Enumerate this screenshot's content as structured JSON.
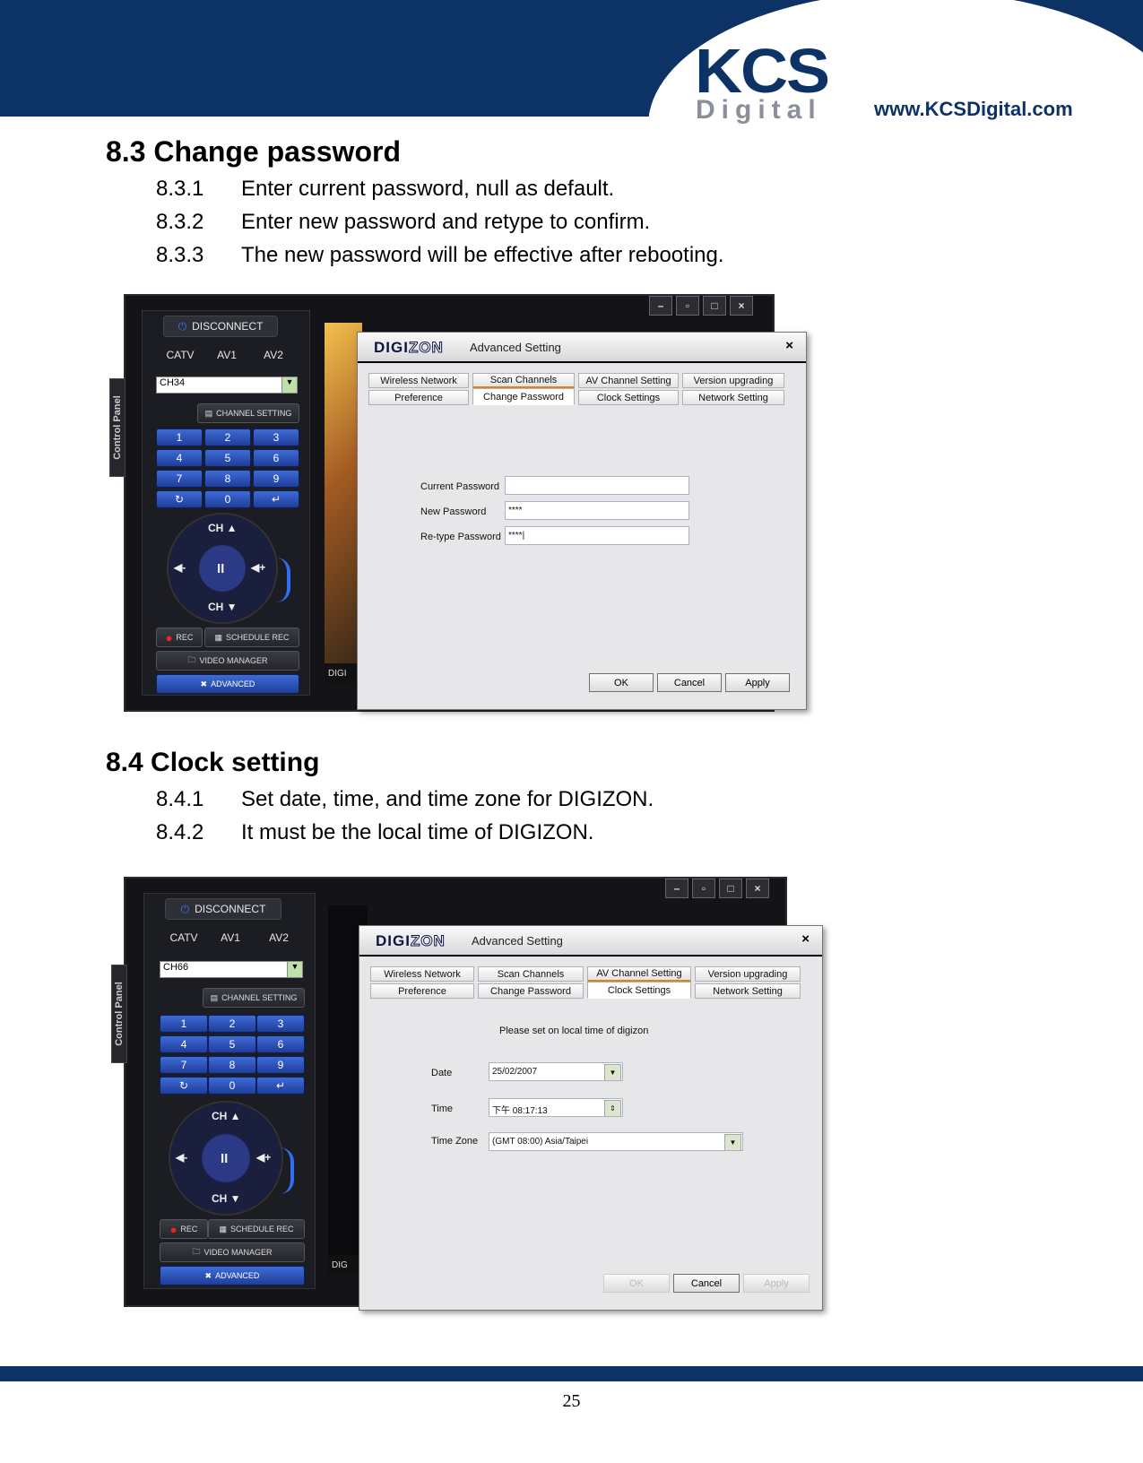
{
  "header": {
    "logo_main": "KCS",
    "logo_sub": "Digital",
    "url": "www.KCSDigital.com",
    "band_color": "#0d3366"
  },
  "section_83": {
    "title": "8.3  Change password",
    "items": [
      {
        "num": "8.3.1",
        "text": "Enter current password, null as default."
      },
      {
        "num": "8.3.2",
        "text": "Enter new password and retype to confirm."
      },
      {
        "num": "8.3.3",
        "text": "The new password will be effective after rebooting."
      }
    ]
  },
  "section_84": {
    "title": "8.4   Clock setting",
    "items": [
      {
        "num": "8.4.1",
        "text": "Set date, time, and time zone for DIGIZON."
      },
      {
        "num": "8.4.2",
        "text": "It must be the local time of DIGIZON."
      }
    ]
  },
  "control_panel": {
    "tab_label": "Control Panel",
    "disconnect": "DISCONNECT",
    "sources": [
      "CATV",
      "AV1",
      "AV2"
    ],
    "channel_setting": "CHANNEL SETTING",
    "keys": [
      "1",
      "2",
      "3",
      "4",
      "5",
      "6",
      "7",
      "8",
      "9",
      "↻",
      "0",
      "↵"
    ],
    "ch_up": "CH ▲",
    "ch_down": "CH ▼",
    "vol_down": "◀-",
    "vol_up": "◀+",
    "pause": "II",
    "rec": "REC",
    "schedule_rec": "SCHEDULE REC",
    "video_manager": "VIDEO MANAGER",
    "advanced": "ADVANCED"
  },
  "shot1": {
    "channel": "CH34",
    "bottom_text": "DIGI",
    "dialog": {
      "brand_a": "DIGI",
      "brand_b": "ZON",
      "title": "Advanced Setting",
      "close": "×",
      "tabs_row1": [
        "Wireless Network",
        "Scan Channels",
        "AV Channel Setting",
        "Version upgrading"
      ],
      "tabs_row2": [
        "Preference",
        "Change Password",
        "Clock Settings",
        "Network Setting"
      ],
      "fields": [
        {
          "label": "Current Password",
          "value": ""
        },
        {
          "label": "New Password",
          "value": "****"
        },
        {
          "label": "Re-type Password",
          "value": "****|"
        }
      ],
      "buttons": [
        "OK",
        "Cancel",
        "Apply"
      ]
    }
  },
  "shot2": {
    "channel": "CH66",
    "bottom_text": "DIG",
    "dialog": {
      "brand_a": "DIGI",
      "brand_b": "ZON",
      "title": "Advanced Setting",
      "close": "×",
      "tabs_row1": [
        "Wireless Network",
        "Scan Channels",
        "AV Channel Setting",
        "Version upgrading"
      ],
      "tabs_row2": [
        "Preference",
        "Change Password",
        "Clock Settings",
        "Network Setting"
      ],
      "instruction": "Please set on local time of digizon",
      "fields": [
        {
          "label": "Date",
          "value": "25/02/2007"
        },
        {
          "label": "Time",
          "value": "下午 08:17:13"
        },
        {
          "label": "Time Zone",
          "value": "(GMT 08:00) Asia/Taipei"
        }
      ],
      "buttons": [
        "OK",
        "Cancel",
        "Apply"
      ]
    }
  },
  "footer": {
    "page_number": "25"
  }
}
